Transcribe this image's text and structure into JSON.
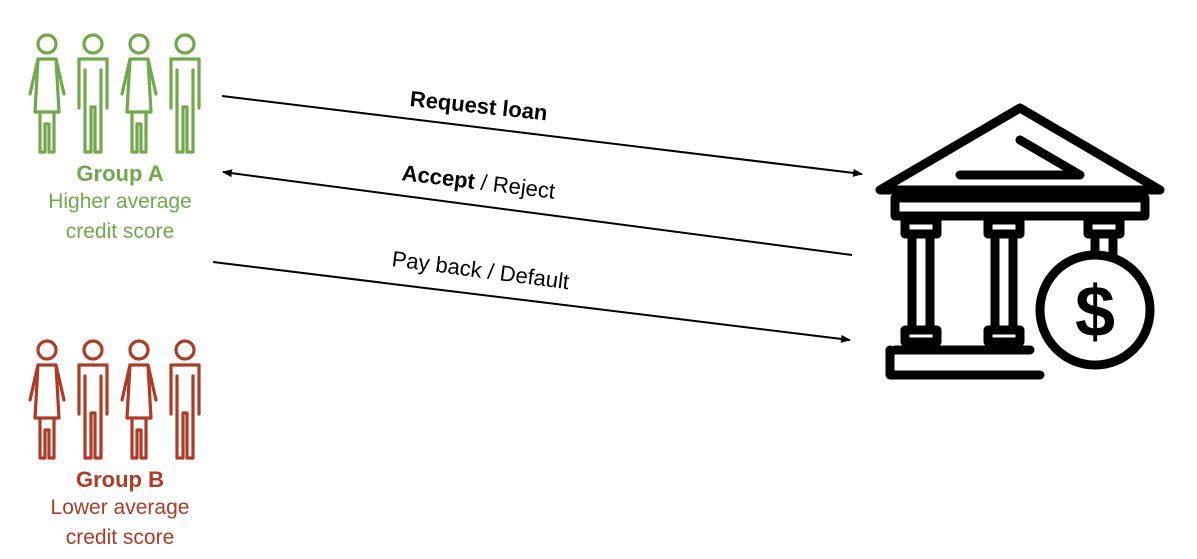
{
  "groups": {
    "a": {
      "title": "Group A",
      "description_line1": "Higher average",
      "description_line2": "credit score",
      "color": "#70a84a"
    },
    "b": {
      "title": "Group B",
      "description_line1": "Lower average",
      "description_line2": "credit score",
      "color": "#b03a24"
    }
  },
  "arrows": {
    "request": {
      "label": "Request loan"
    },
    "decision": {
      "label_bold": "Accept",
      "label_rest": " / Reject"
    },
    "repayment": {
      "label": "Pay back / Default"
    }
  },
  "icons": {
    "group_a": "people-icon",
    "group_b": "people-icon",
    "bank": "bank-dollar-icon"
  }
}
